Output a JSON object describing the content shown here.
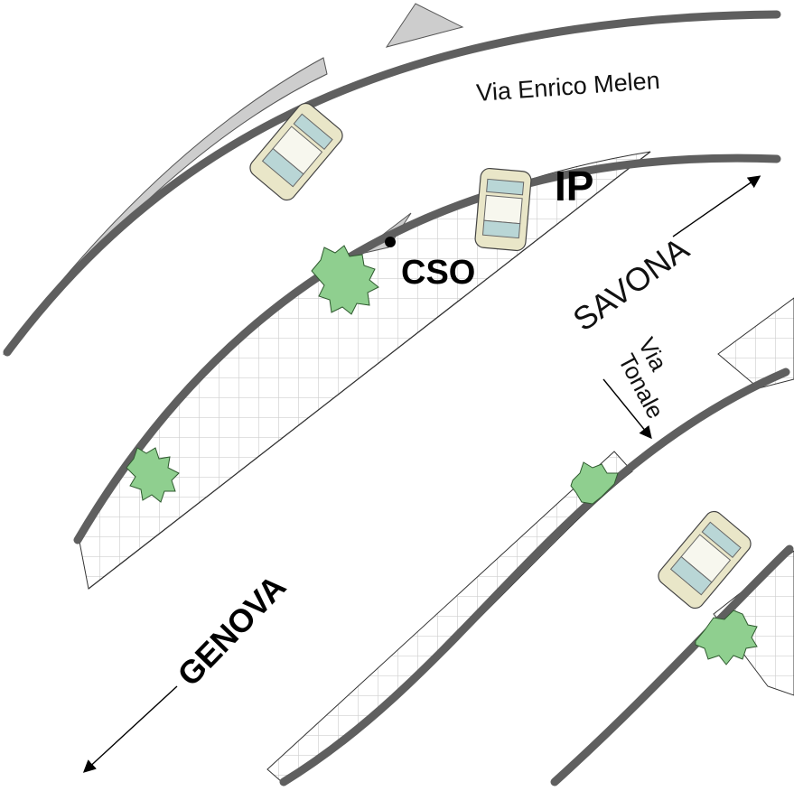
{
  "map": {
    "street_label": "Via Enrico Melen",
    "station_label": "IP",
    "point_label": "CSO",
    "direction_north": "SAVONA",
    "direction_south": "GENOVA",
    "side_street_label_line1": "Via",
    "side_street_label_line2": "Tonale"
  },
  "colors": {
    "curb": "#5f5f5f",
    "sidewalk_grid": "#cfcfcf",
    "tree": "#8fcf8f",
    "car_body": "#e9e6c8"
  }
}
